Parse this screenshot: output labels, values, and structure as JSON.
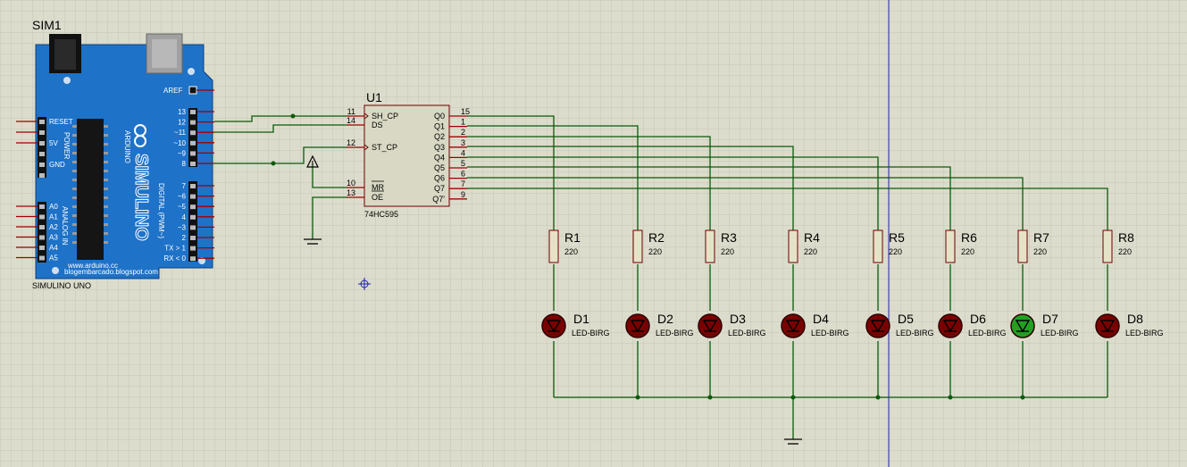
{
  "arduino": {
    "ref": "SIM1",
    "name": "SIMULINO UNO",
    "brand": "SIMULINO",
    "logo_text": "ARDUINO",
    "website1": "www.arduino.cc",
    "website2": "blogembarcado.blogspot.com",
    "aref": "AREF",
    "digital_pins": [
      "13",
      "12",
      "~11",
      "~10",
      "~9",
      "8"
    ],
    "digital_pins2": [
      "7",
      "~6",
      "~5",
      "4",
      "~3",
      "2",
      "TX > 1",
      "RX < 0"
    ],
    "power_pins": [
      "RESET",
      "5V",
      "GND"
    ],
    "power_label": "POWER",
    "analog_pins": [
      "A0",
      "A1",
      "A2",
      "A3",
      "A4",
      "A5"
    ],
    "analog_label": "ANALOG IN",
    "digital_label": "DIGITAL (PWM~)"
  },
  "ic": {
    "ref": "U1",
    "part": "74HC595",
    "left_pins": [
      {
        "num": "11",
        "name": "SH_CP"
      },
      {
        "num": "14",
        "name": "DS"
      },
      {
        "num": "12",
        "name": "ST_CP"
      },
      {
        "num": "10",
        "name": "MR"
      },
      {
        "num": "13",
        "name": "OE"
      }
    ],
    "right_pins": [
      {
        "num": "15",
        "name": "Q0"
      },
      {
        "num": "1",
        "name": "Q1"
      },
      {
        "num": "2",
        "name": "Q2"
      },
      {
        "num": "3",
        "name": "Q3"
      },
      {
        "num": "4",
        "name": "Q4"
      },
      {
        "num": "5",
        "name": "Q5"
      },
      {
        "num": "6",
        "name": "Q6"
      },
      {
        "num": "7",
        "name": "Q7"
      },
      {
        "num": "9",
        "name": "Q7'"
      }
    ]
  },
  "resistors": [
    {
      "ref": "R1",
      "value": "220"
    },
    {
      "ref": "R2",
      "value": "220"
    },
    {
      "ref": "R3",
      "value": "220"
    },
    {
      "ref": "R4",
      "value": "220"
    },
    {
      "ref": "R5",
      "value": "220"
    },
    {
      "ref": "R6",
      "value": "220"
    },
    {
      "ref": "R7",
      "value": "220"
    },
    {
      "ref": "R8",
      "value": "220"
    }
  ],
  "leds": [
    {
      "ref": "D1",
      "type": "LED-BIRG",
      "lit": false
    },
    {
      "ref": "D2",
      "type": "LED-BIRG",
      "lit": false
    },
    {
      "ref": "D3",
      "type": "LED-BIRG",
      "lit": false
    },
    {
      "ref": "D4",
      "type": "LED-BIRG",
      "lit": false
    },
    {
      "ref": "D5",
      "type": "LED-BIRG",
      "lit": false
    },
    {
      "ref": "D6",
      "type": "LED-BIRG",
      "lit": false
    },
    {
      "ref": "D7",
      "type": "LED-BIRG",
      "lit": true
    },
    {
      "ref": "D8",
      "type": "LED-BIRG",
      "lit": false
    }
  ],
  "colors": {
    "background": "#dcdccc",
    "grid": "#c6c6b6",
    "wire": "#0b5a0b",
    "pin": "#a00000",
    "board": "#1e72c8",
    "chip_fill": "#d8d8c4",
    "led_off": "#7a0000",
    "led_on": "#22a022",
    "resistor_fill": "#e6e2c8"
  }
}
